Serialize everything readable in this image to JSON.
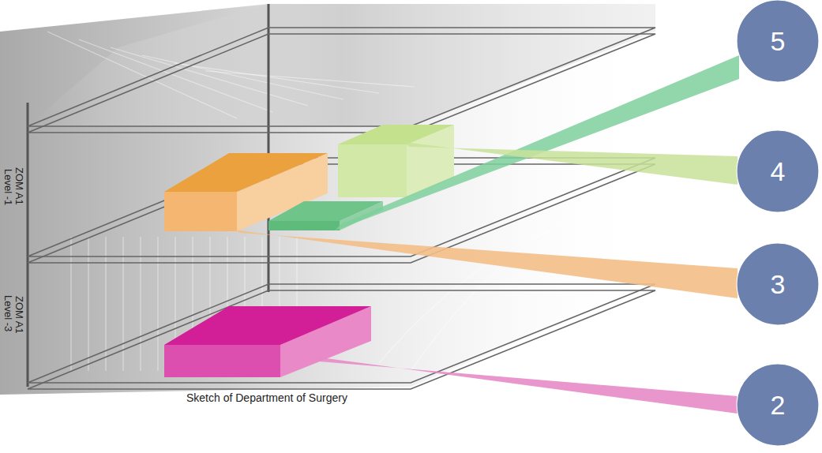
{
  "diagram": {
    "caption": "Sketch of Department of Surgery",
    "nodes": [
      {
        "text": [
          "5"
        ]
      },
      {
        "text": [
          "4"
        ]
      },
      {
        "text": [
          "3"
        ]
      },
      {
        "text": [
          "2"
        ]
      }
    ],
    "labels": [
      "ZOM A1",
      "Level -1",
      "ZOM A1",
      "Level -3"
    ]
  }
}
